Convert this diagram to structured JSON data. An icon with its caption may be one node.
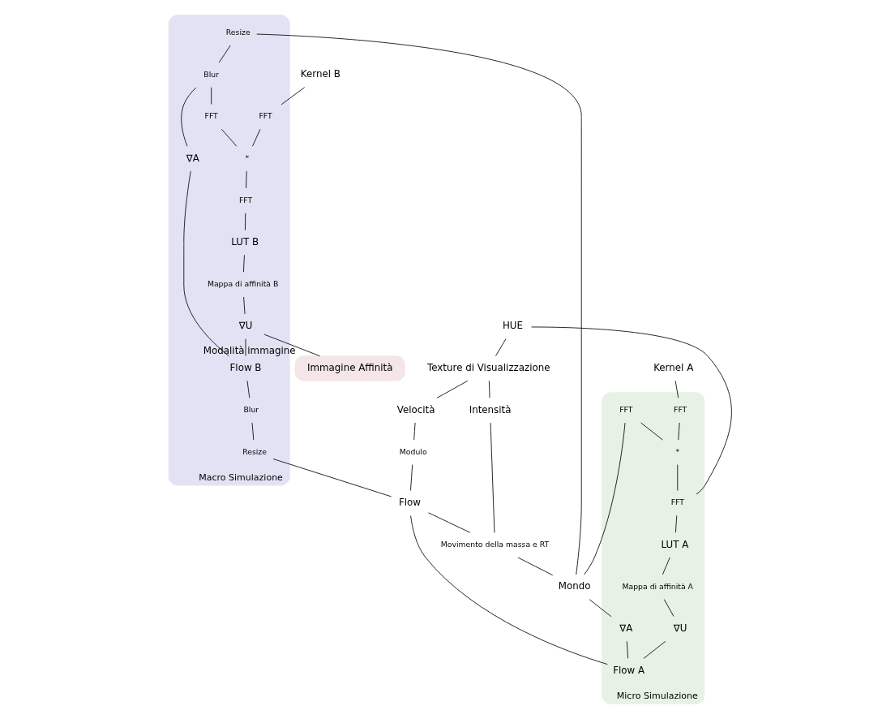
{
  "diagram": {
    "nodes": [
      {
        "text": [
          "Kernel A"
        ]
      },
      {
        "text": [
          "Mondo"
        ]
      },
      {
        "text": [
          "Kernel B"
        ]
      },
      {
        "text": [
          "Micro Simulazione"
        ]
      },
      {
        "text": [
          "FFT"
        ],
        "in": 3
      },
      {
        "text": [
          "FFT"
        ],
        "in": 3
      },
      {
        "text": [
          "*"
        ],
        "in": 3
      },
      {
        "text": [
          "FFT"
        ],
        "in": 3
      },
      {
        "text": [
          "LUT A"
        ],
        "in": 3
      },
      {
        "text": [
          "Mappa di affinità A"
        ],
        "in": 3
      },
      {
        "text": [
          "∇U"
        ],
        "in": 3
      },
      {
        "text": [
          "∇A"
        ],
        "in": 3
      },
      {
        "text": [
          "Flow A"
        ],
        "in": 3
      },
      {
        "text": [
          "Macro Simulazione"
        ]
      },
      {
        "text": [
          "Resize"
        ],
        "in": 13
      },
      {
        "text": [
          "Blur"
        ],
        "in": 13
      },
      {
        "text": [
          "FFT"
        ],
        "in": 13
      },
      {
        "text": [
          "FFT"
        ],
        "in": 13
      },
      {
        "text": [
          "*"
        ],
        "in": 13
      },
      {
        "text": [
          "FFT"
        ],
        "in": 13
      },
      {
        "text": [
          "LUT B"
        ],
        "in": 13
      },
      {
        "text": [
          "Mappa di affinità B"
        ],
        "in": 13
      },
      {
        "text": [
          "∇U"
        ],
        "in": 13
      },
      {
        "text": [
          "∇A"
        ],
        "in": 13
      },
      {
        "text": [
          "Flow B"
        ],
        "in": 13
      },
      {
        "text": [
          "Blur"
        ],
        "in": 13
      },
      {
        "text": [
          "Resize"
        ],
        "in": 13
      },
      {
        "text": [
          "Immagine Affinità"
        ],
        "beside": [
          "Modalità immagine"
        ]
      },
      {
        "text": [
          "HUE"
        ]
      },
      {
        "text": [
          "Texture di Visualizzazione"
        ]
      },
      {
        "text": [
          "Velocità"
        ]
      },
      {
        "text": [
          "Modulo"
        ]
      },
      {
        "text": [
          "Flow"
        ]
      },
      {
        "text": [
          "Intensità"
        ]
      },
      {
        "text": [
          "Movimento della massa e RT"
        ]
      }
    ],
    "edges": [
      {
        "from": 0,
        "to": 4,
        "arrow": "none"
      },
      {
        "from": 1,
        "to": 5,
        "arrow": "none"
      },
      {
        "from": 1,
        "to": 14,
        "arrow": "none"
      },
      {
        "from": 1,
        "to": 11,
        "arrow": "none"
      },
      {
        "from": 4,
        "to": 6,
        "arrow": "none"
      },
      {
        "from": 5,
        "to": 6,
        "arrow": "none"
      },
      {
        "from": 6,
        "to": 7,
        "arrow": "none"
      },
      {
        "from": 28,
        "to": 7,
        "arrow": "none"
      },
      {
        "from": 7,
        "to": 8,
        "arrow": "none"
      },
      {
        "from": 8,
        "to": 9,
        "arrow": "none"
      },
      {
        "from": 9,
        "to": 10,
        "arrow": "none"
      },
      {
        "from": 10,
        "to": 12,
        "arrow": "none"
      },
      {
        "from": 11,
        "to": 12,
        "arrow": "none"
      },
      {
        "from": 14,
        "to": 15,
        "arrow": "none"
      },
      {
        "from": 15,
        "to": 16,
        "arrow": "none"
      },
      {
        "from": 15,
        "to": 23,
        "arrow": "none"
      },
      {
        "from": 2,
        "to": 17,
        "arrow": "none"
      },
      {
        "from": 16,
        "to": 18,
        "arrow": "none"
      },
      {
        "from": 17,
        "to": 18,
        "arrow": "none"
      },
      {
        "from": 18,
        "to": 19,
        "arrow": "none"
      },
      {
        "from": 19,
        "to": 20,
        "arrow": "none"
      },
      {
        "from": 20,
        "to": 21,
        "arrow": "none"
      },
      {
        "from": 21,
        "to": 22,
        "arrow": "none"
      },
      {
        "from": 22,
        "to": 27,
        "arrow": "none"
      },
      {
        "from": 22,
        "to": 24,
        "arrow": "none"
      },
      {
        "from": 23,
        "to": 24,
        "arrow": "none"
      },
      {
        "from": 24,
        "to": 25,
        "arrow": "none"
      },
      {
        "from": 25,
        "to": 26,
        "arrow": "none"
      },
      {
        "from": 26,
        "to": 32,
        "arrow": "none"
      },
      {
        "from": 12,
        "to": 32,
        "arrow": "none"
      },
      {
        "from": 28,
        "to": 29,
        "arrow": "none"
      },
      {
        "from": 29,
        "to": 30,
        "arrow": "none"
      },
      {
        "from": 29,
        "to": 33,
        "arrow": "none"
      },
      {
        "from": 30,
        "to": 31,
        "arrow": "none"
      },
      {
        "from": 31,
        "to": 32,
        "arrow": "none"
      },
      {
        "from": 32,
        "to": 34,
        "arrow": "none"
      },
      {
        "from": 33,
        "to": 34,
        "arrow": "none"
      },
      {
        "from": 34,
        "to": 1,
        "arrow": "none"
      }
    ]
  }
}
